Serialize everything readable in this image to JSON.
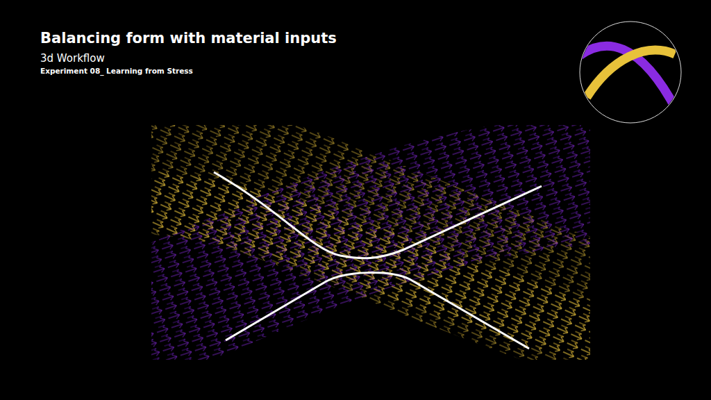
{
  "diagram": {
    "title": "Balancing form with material inputs",
    "labels": [
      "3d Workflow",
      "Experiment 08_ Learning from Stress"
    ]
  }
}
